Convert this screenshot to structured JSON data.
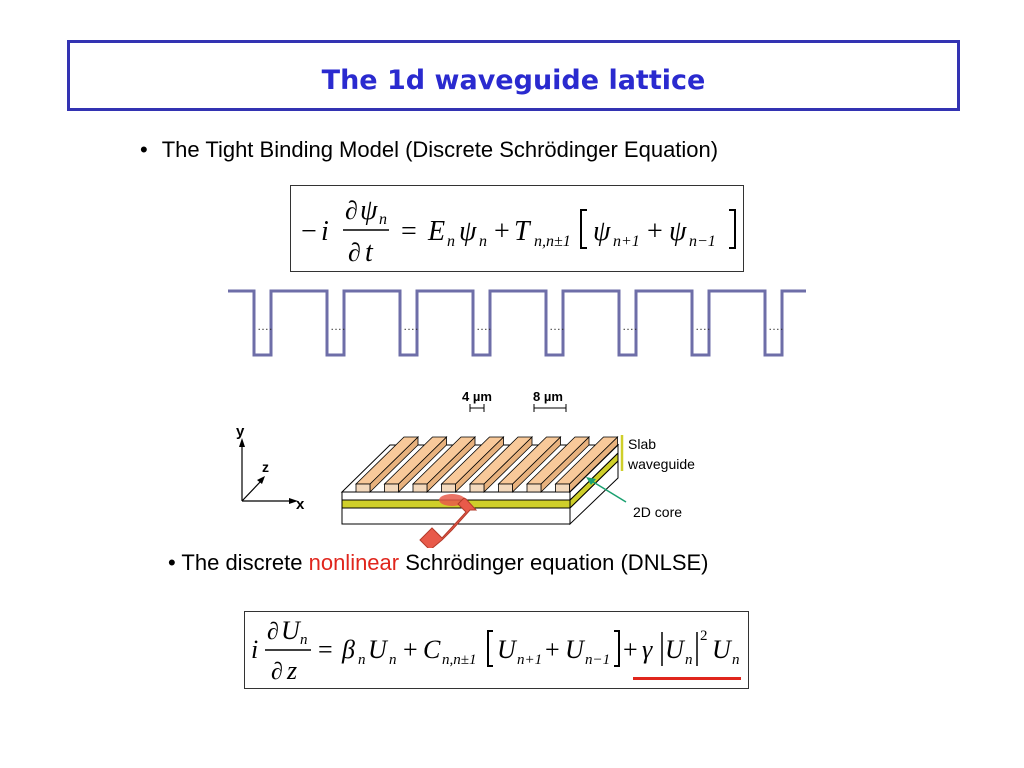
{
  "title": "The 1d waveguide lattice",
  "bullet1": {
    "marker": "•",
    "text": "The Tight Binding Model (Discrete Schrödinger Equation)"
  },
  "equation1": {
    "lhs_sign": "−",
    "i": "i",
    "partial": "∂",
    "psi": "ψ",
    "n": "n",
    "t": "t",
    "equals": "=",
    "E": "E",
    "T": "T",
    "coupling_sub": "n,n±1",
    "plus": "+",
    "n_plus_1": "n+1",
    "n_minus_1": "n−1"
  },
  "lattice": {
    "ellipsis": "….",
    "wells": 8
  },
  "diagram": {
    "width_label": "4 µm",
    "spacing_label": "8 µm",
    "axis_y": "y",
    "axis_z": "z",
    "axis_x": "x",
    "slab_label_line1": "Slab",
    "slab_label_line2": "waveguide",
    "core_label": "2D core"
  },
  "bullet2": {
    "marker": "•",
    "text_before": "The discrete ",
    "highlight": "nonlinear",
    "text_after": " Schrödinger equation (DNLSE)"
  },
  "equation2": {
    "i": "i",
    "partial": "∂",
    "U": "U",
    "n": "n",
    "z": "z",
    "equals": "=",
    "beta": "β",
    "C": "C",
    "coupling_sub": "n,n±1",
    "plus": "+",
    "gamma": "γ",
    "n_plus_1": "n+1",
    "n_minus_1": "n−1",
    "power": "2"
  },
  "colors": {
    "title": "#2a2acf",
    "title_border": "#3333b2",
    "lattice_line": "#6e6ea8",
    "highlight_red": "#e0261d",
    "ridge_fill": "#f8c99a",
    "core_yellow": "#cfcf2a",
    "beam": "#e85a4a",
    "arrow_green": "#1aa070"
  }
}
